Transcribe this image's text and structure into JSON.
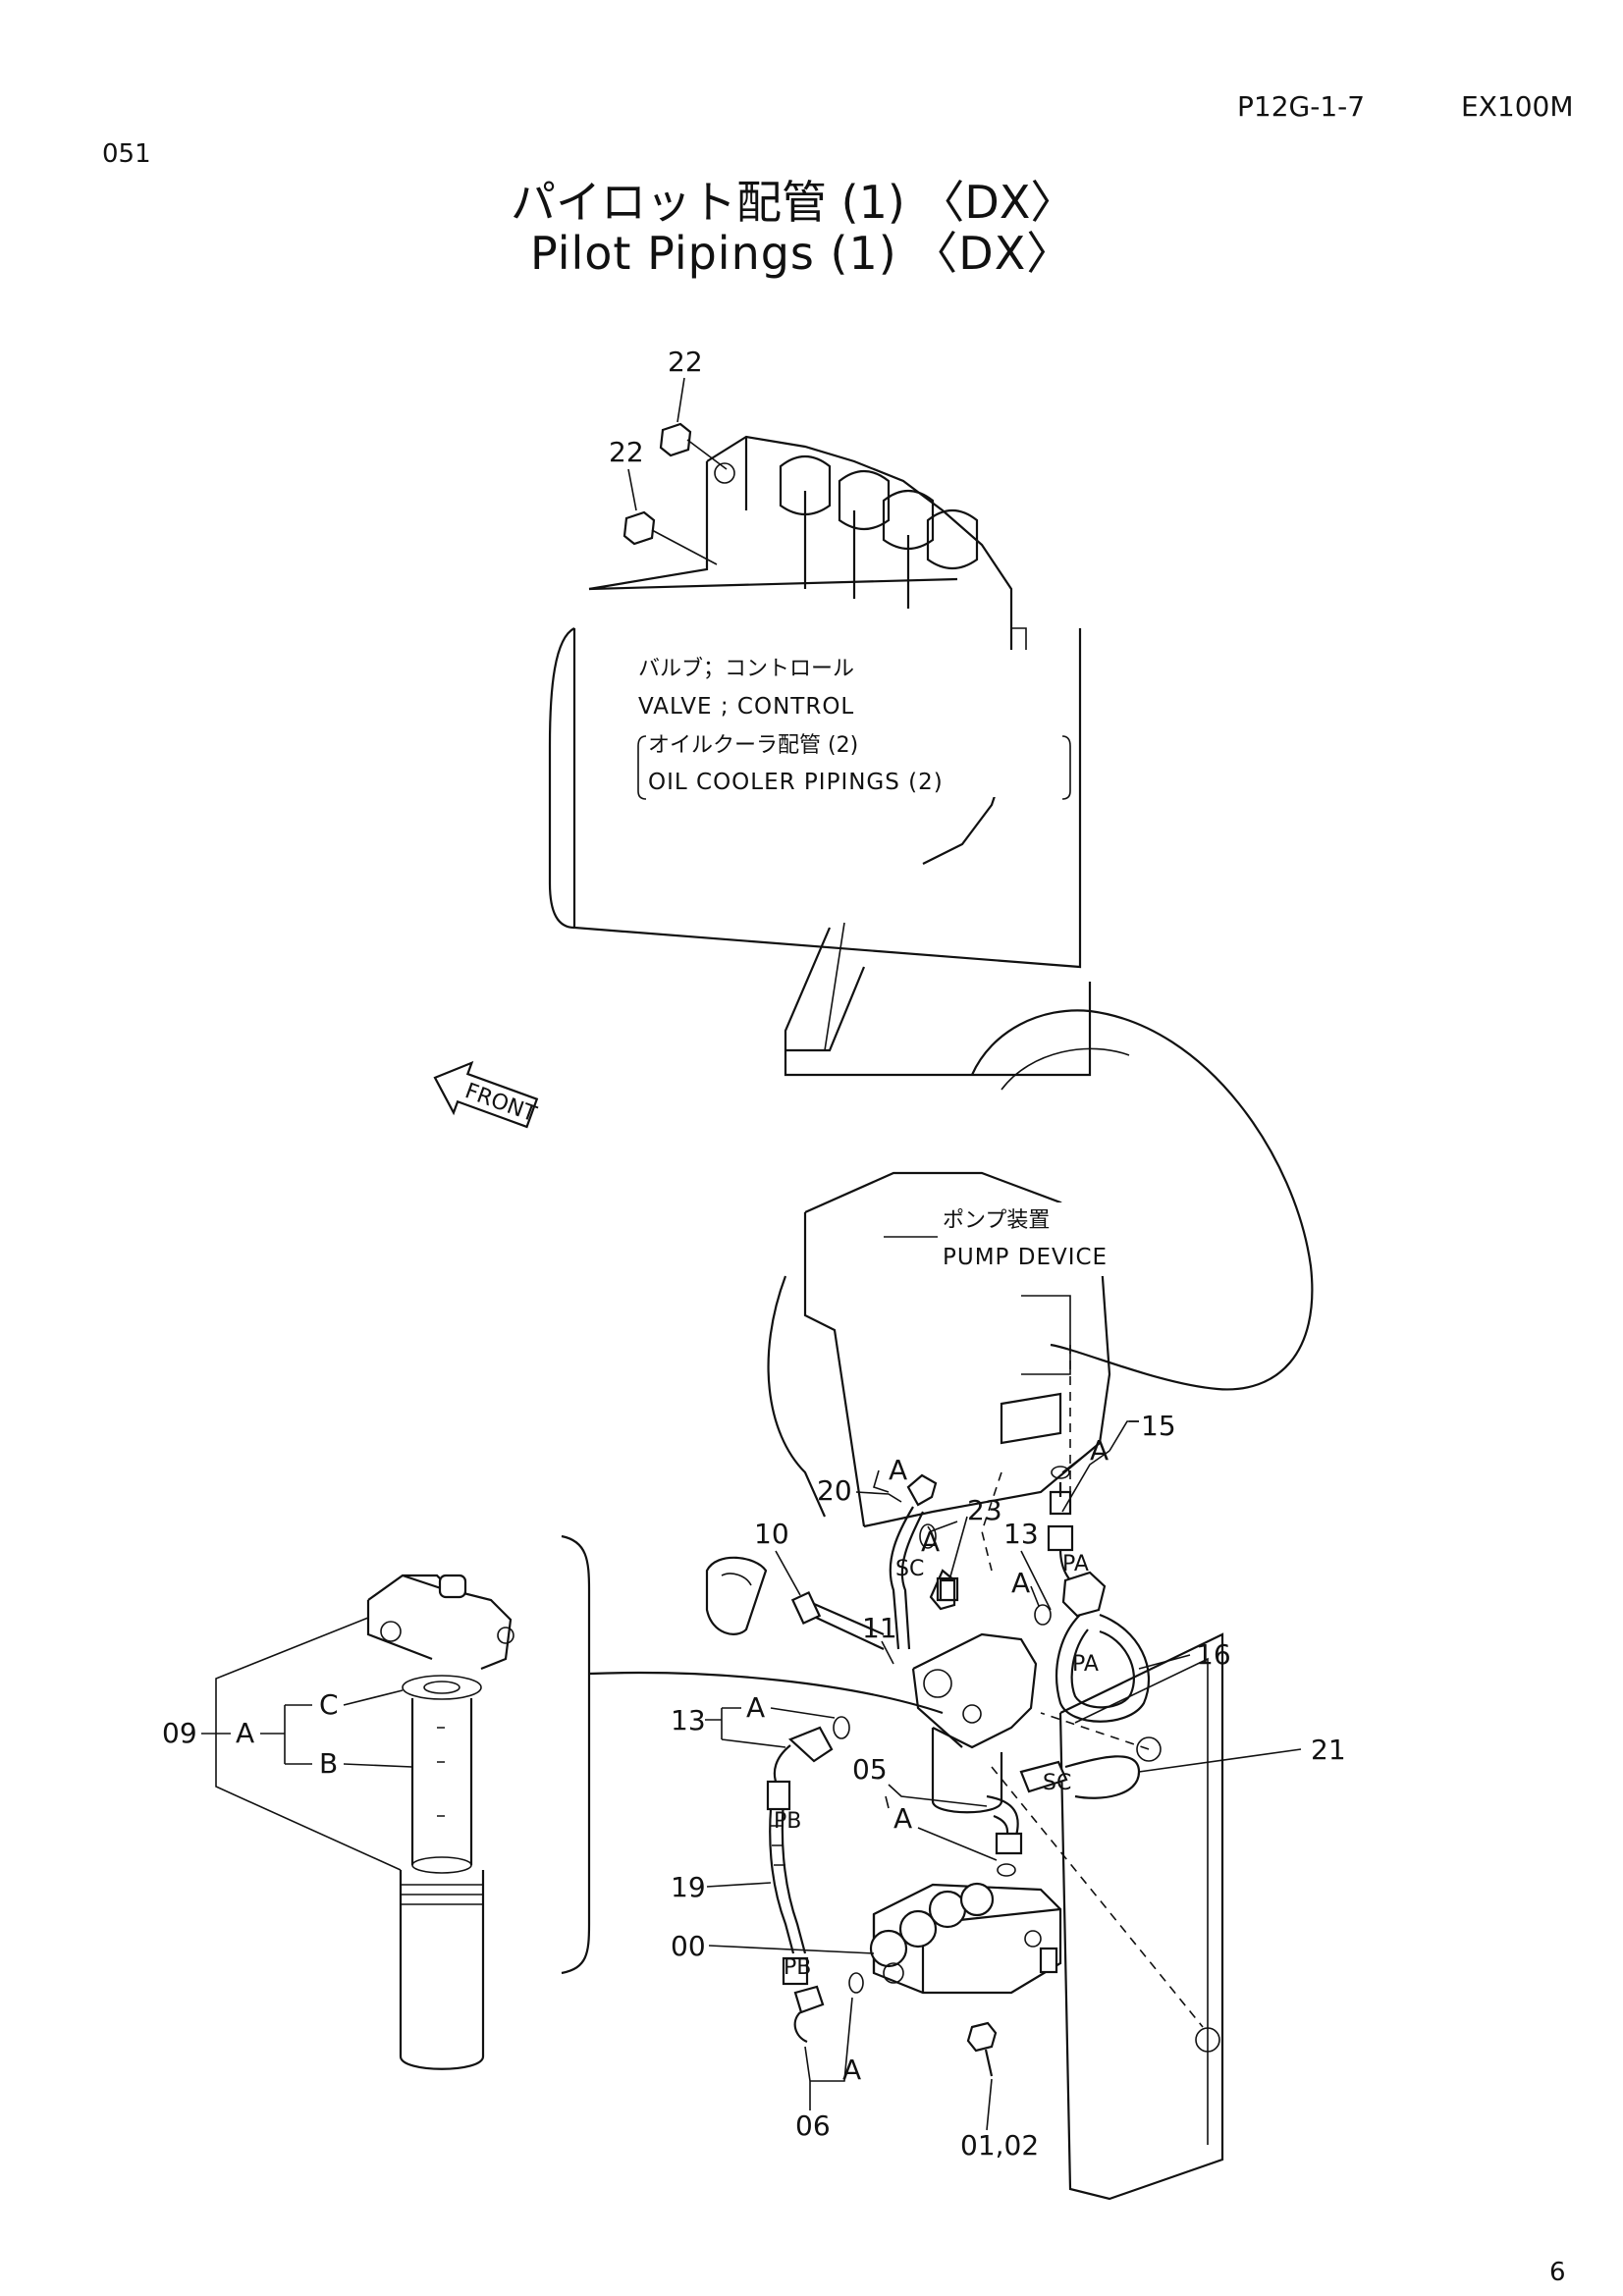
{
  "header": {
    "page_code": "P12G-1-7",
    "model": "EX100M",
    "page_number": "051",
    "title_jp": "パイロット配管 (1) 〈DX〉",
    "title_en": "Pilot Pipings (1) 〈DX〉",
    "corner_mark": "6"
  },
  "labels": {
    "valve_jp": "バルブ；コントロール",
    "valve_en": "VALVE ; CONTROL",
    "cooler_jp": "オイルクーラ配管 (2)",
    "cooler_en": "OIL COOLER PIPINGS (2)",
    "pump_jp": "ポンプ装置",
    "pump_en": "PUMP DEVICE",
    "front": "FRONT"
  },
  "callouts": [
    {
      "text": "22"
    },
    {
      "text": "22"
    },
    {
      "text": "15"
    },
    {
      "text": "20"
    },
    {
      "text": "23"
    },
    {
      "text": "10"
    },
    {
      "text": "13"
    },
    {
      "text": "11"
    },
    {
      "text": "16"
    },
    {
      "text": "09"
    },
    {
      "text": "13"
    },
    {
      "text": "05"
    },
    {
      "text": "21"
    },
    {
      "text": "19"
    },
    {
      "text": "00"
    },
    {
      "text": "06"
    },
    {
      "text": "01,02"
    }
  ],
  "letters": [
    {
      "text": "A"
    },
    {
      "text": "A"
    },
    {
      "text": "A"
    },
    {
      "text": "A"
    },
    {
      "text": "A"
    },
    {
      "text": "A"
    },
    {
      "text": "A"
    },
    {
      "text": "A"
    },
    {
      "text": "B"
    },
    {
      "text": "C"
    }
  ],
  "ports": [
    {
      "text": "SC"
    },
    {
      "text": "SC"
    },
    {
      "text": "PA"
    },
    {
      "text": "PA"
    },
    {
      "text": "PB"
    },
    {
      "text": "PB"
    }
  ]
}
